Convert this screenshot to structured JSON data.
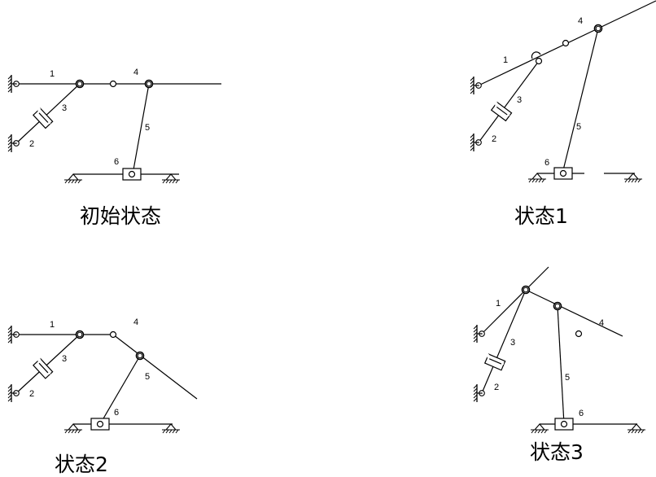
{
  "diagrams": [
    {
      "caption": "初始状态",
      "labels": {
        "l1": "1",
        "l2": "2",
        "l3": "3",
        "l4": "4",
        "l5": "5",
        "l6": "6"
      }
    },
    {
      "caption": "状态1",
      "labels": {
        "l1": "1",
        "l2": "2",
        "l3": "3",
        "l4": "4",
        "l5": "5",
        "l6": "6"
      }
    },
    {
      "caption": "状态2",
      "labels": {
        "l1": "1",
        "l2": "2",
        "l3": "3",
        "l4": "4",
        "l5": "5",
        "l6": "6"
      }
    },
    {
      "caption": "状态3",
      "labels": {
        "l1": "1",
        "l2": "2",
        "l3": "3",
        "l4": "4",
        "l5": "5",
        "l6": "6"
      }
    }
  ],
  "colors": {
    "line": "#000000",
    "background": "#ffffff"
  }
}
